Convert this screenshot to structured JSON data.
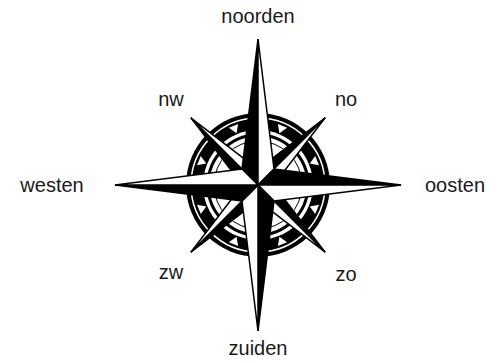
{
  "diagram": {
    "labels": [
      "noorden",
      "nw",
      "no",
      "westen",
      "oosten",
      "zw",
      "zo",
      "zuiden"
    ]
  }
}
